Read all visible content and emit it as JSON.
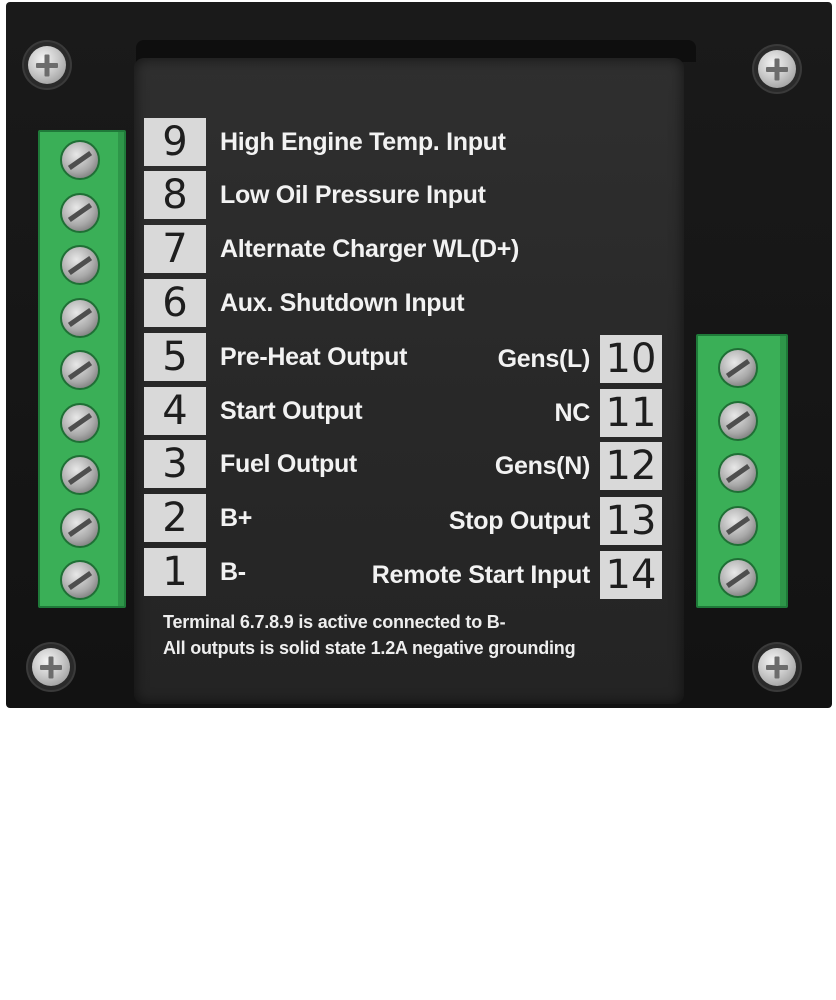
{
  "left_terminals": [
    {
      "number": "9",
      "label": "High Engine Temp. Input"
    },
    {
      "number": "8",
      "label": "Low Oil Pressure Input"
    },
    {
      "number": "7",
      "label": "Alternate Charger WL(D+)"
    },
    {
      "number": "6",
      "label": "Aux. Shutdown Input"
    },
    {
      "number": "5",
      "label": "Pre-Heat Output"
    },
    {
      "number": "4",
      "label": "Start Output"
    },
    {
      "number": "3",
      "label": "Fuel Output"
    },
    {
      "number": "2",
      "label": "B+"
    },
    {
      "number": "1",
      "label": "B-"
    }
  ],
  "right_terminals": [
    {
      "number": "10",
      "label": "Gens(L)"
    },
    {
      "number": "11",
      "label": "NC"
    },
    {
      "number": "12",
      "label": "Gens(N)"
    },
    {
      "number": "13",
      "label": "Stop Output"
    },
    {
      "number": "14",
      "label": "Remote Start Input"
    }
  ],
  "footer": {
    "line1": "Terminal 6.7.8.9 is active connected to B-",
    "line2": "All outputs is solid state 1.2A negative grounding"
  },
  "colors": {
    "panel": "#1a1a1a",
    "label_plate": "#2b2b2b",
    "terminal_green": "#3aaf57",
    "number_box": "#d9d9d9",
    "label_text": "#f2f2f2"
  },
  "icons": {
    "mounting_screw": "phillips-screw-icon",
    "terminal_screw": "slotted-screw-icon"
  }
}
